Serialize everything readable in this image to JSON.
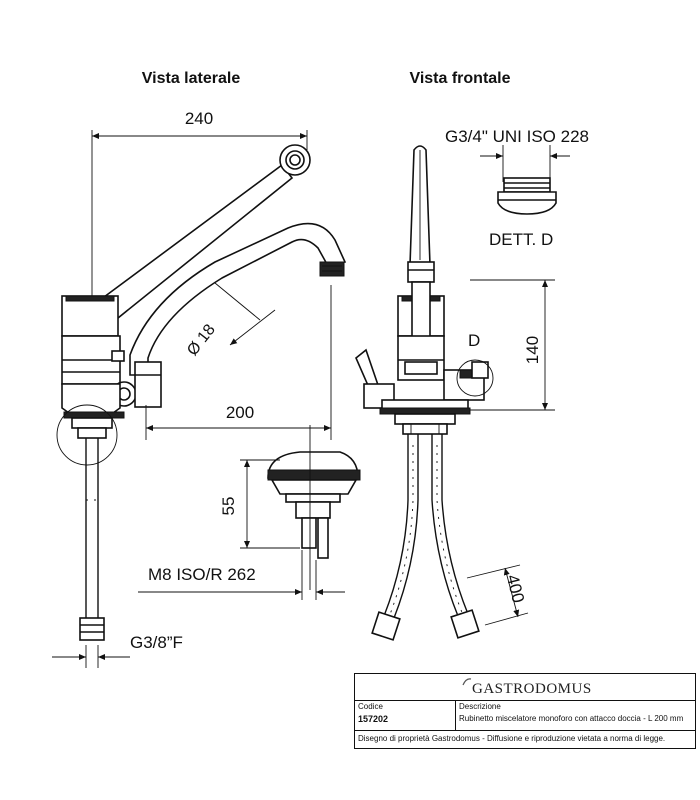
{
  "views": {
    "side_title": "Vista laterale",
    "front_title": "Vista frontale"
  },
  "dimensions": {
    "width_240": "240",
    "diameter_18": "Ø 18",
    "spout_200": "200",
    "height_55": "55",
    "thread_m8": "M8 ISO/R 262",
    "thread_g38": "G3/8”F",
    "thread_g34": "G3/4\" UNI ISO 228",
    "detail_d": "DETT. D",
    "label_d": "D",
    "height_140": "140",
    "hose_400": "400"
  },
  "title_block": {
    "brand": "GASTRODOMUS",
    "code_label": "Codice",
    "code_value": "157202",
    "desc_label": "Descrizione",
    "desc_value": "Rubinetto miscelatore monoforo con attacco doccia - L 200 mm",
    "footer": "Disegno di proprietà Gastrodomus - Diffusione e riproduzione vietata a norma di legge."
  }
}
